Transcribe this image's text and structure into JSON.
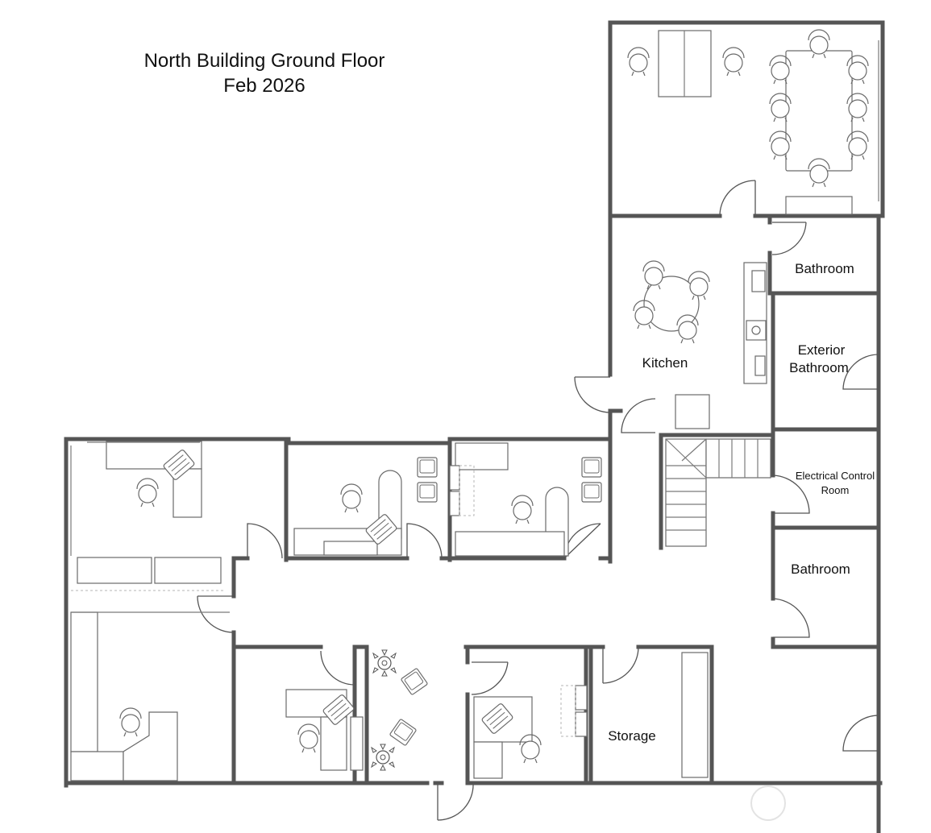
{
  "plan": {
    "title": "North Building Ground Floor",
    "date": "Feb 2026"
  },
  "rooms": {
    "kitchen": "Kitchen",
    "bathroom_upper": "Bathroom",
    "exterior_bathroom_line1": "Exterior",
    "exterior_bathroom_line2": "Bathroom",
    "electrical_line1": "Electrical Control",
    "electrical_line2": "Room",
    "bathroom_lower": "Bathroom",
    "storage": "Storage"
  }
}
